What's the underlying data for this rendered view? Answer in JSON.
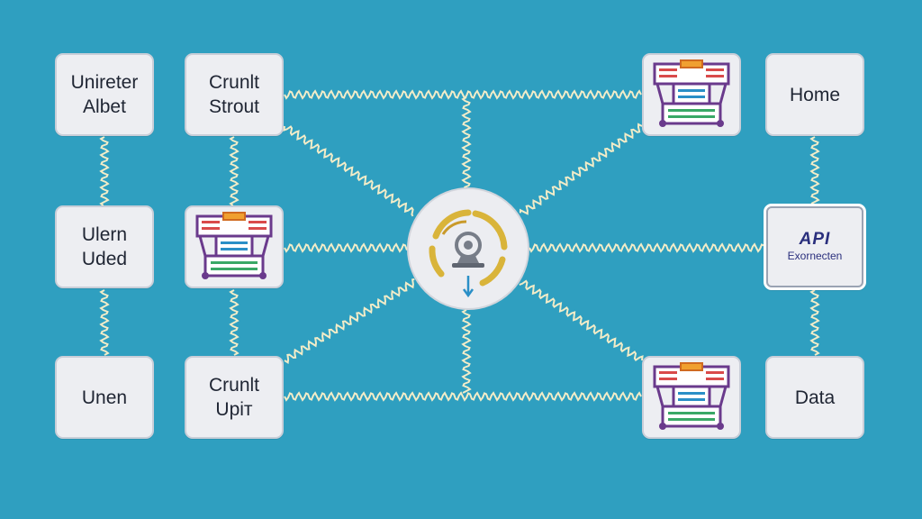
{
  "diagram": {
    "nodes": [
      {
        "id": "n1",
        "label": "Unireter\nAlbet"
      },
      {
        "id": "n2",
        "label": "Crunlt\nStrout"
      },
      {
        "id": "n3",
        "label": "Ulern\nUded"
      },
      {
        "id": "n4",
        "label": "Unen"
      },
      {
        "id": "n5",
        "label": "Crunlt\nUpiт"
      },
      {
        "id": "n6",
        "label": "Home"
      },
      {
        "id": "n7",
        "label": "Data"
      }
    ],
    "api_node": {
      "title": "API",
      "subtitle": "Exornecten"
    },
    "icons": {
      "server": "server-stack-icon",
      "hub": "webcam-hub-icon",
      "arrow": "arrow-down-icon"
    },
    "colors": {
      "background": "#2f9fc0",
      "node_fill": "#edeef2",
      "wire": "#f2ecc8",
      "hub_ring": "#d9b43a",
      "server_purple": "#6a3a8c",
      "server_red": "#d94a4a",
      "server_green": "#39a866",
      "arrow": "#2a8fc7"
    }
  }
}
